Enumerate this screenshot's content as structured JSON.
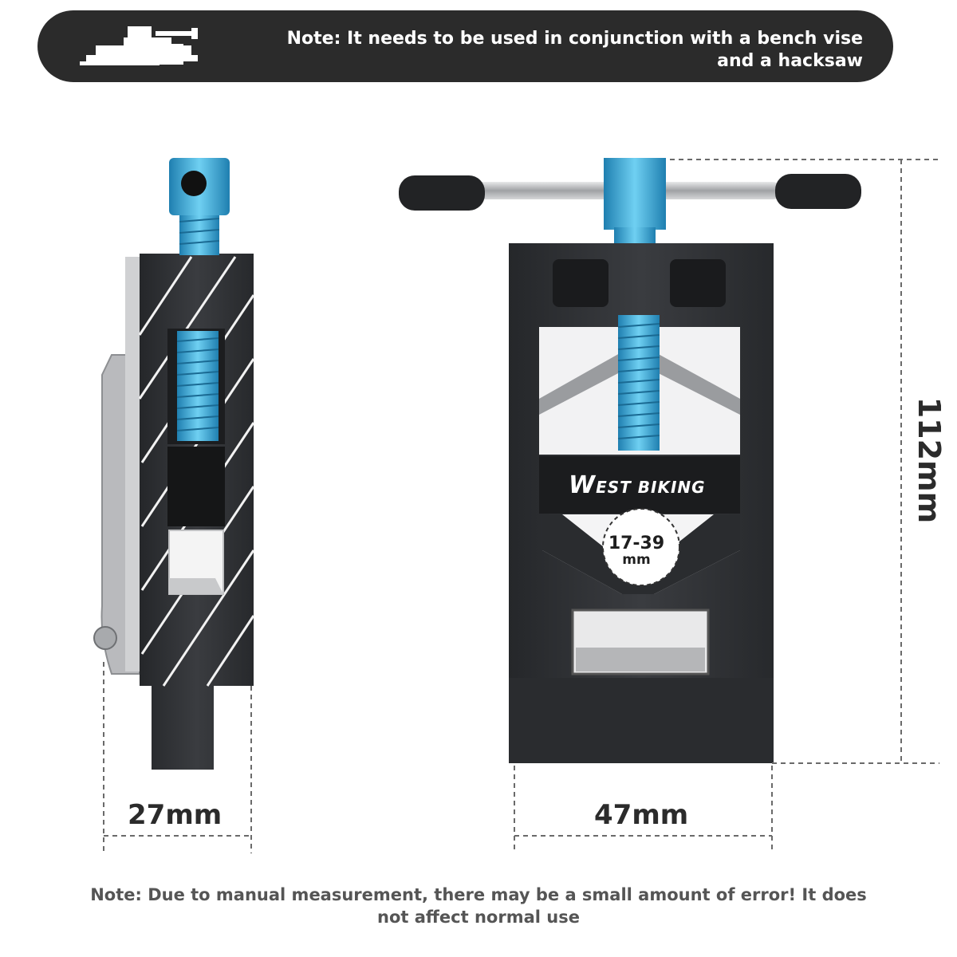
{
  "banner": {
    "note": "Note: It needs to be used in conjunction with a bench vise and a hacksaw",
    "icon": "bench-vise-icon"
  },
  "product": {
    "brand_initial": "W",
    "brand_rest": "EST BIKING",
    "range_value": "17-39",
    "range_unit": "mm"
  },
  "dimensions": {
    "side_width": "27mm",
    "front_width": "47mm",
    "height": "112mm"
  },
  "footer": {
    "note": "Note: Due to manual measurement, there may be a small amount of error! It does not affect normal use"
  },
  "colors": {
    "banner_bg": "#2b2b2b",
    "body_black": "#2e3033",
    "accent_blue": "#39a9d8",
    "steel": "#c9cacc"
  }
}
